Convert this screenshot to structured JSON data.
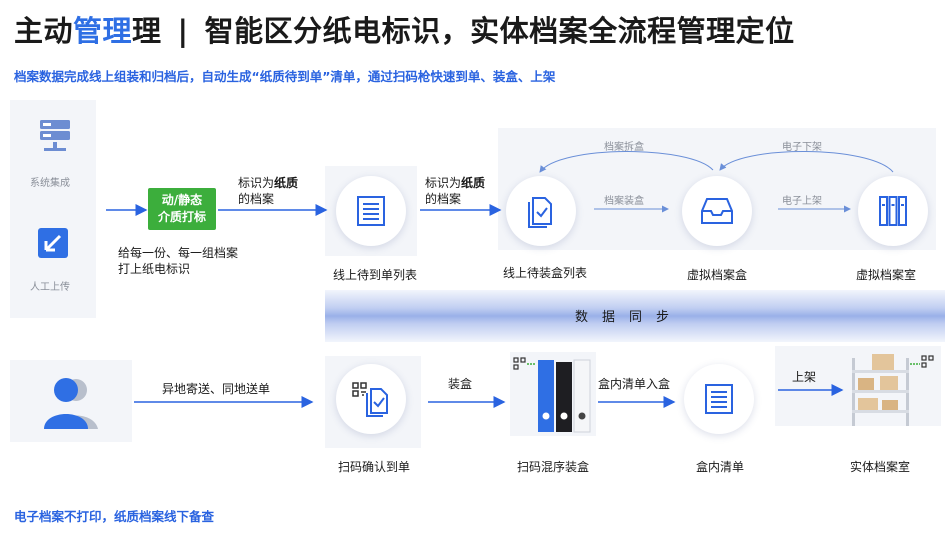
{
  "title": {
    "part1": "主动",
    "highlight": "管理",
    "part2": "理",
    "separator": "|",
    "rest": "智能区分纸电标识，实体档案全流程管理定位"
  },
  "subtitle": "档案数据完成线上组装和归档后，自动生成“纸质待到单”清单，通过扫码枪快速到单、装盒、上架",
  "footer": "电子档案不打印，纸质档案线下备查",
  "sources": {
    "system": "系统集成",
    "manual": "人工上传"
  },
  "tag_button": {
    "line1": "动/静态",
    "line2": "介质打标"
  },
  "tag_caption": {
    "line1": "给每一份、每一组档案",
    "line2": "打上纸电标识"
  },
  "mark1": {
    "prefix": "标识为",
    "bold": "纸质",
    "line2": "的档案"
  },
  "mark2": {
    "prefix": "标识为",
    "bold": "纸质",
    "line2": "的档案"
  },
  "top_nodes": {
    "pending_list": "线上待到单列表",
    "boxing_list": "线上待装盒列表",
    "virtual_box": "虚拟档案盒",
    "virtual_room": "虚拟档案室"
  },
  "top_arrows": {
    "unbox": "档案拆盒",
    "download": "电子下架",
    "boxing": "档案装盒",
    "upload": "电子上架"
  },
  "sync": "数据同步",
  "bottom_arrows": {
    "send": "异地寄送、同地送单",
    "box": "装盒",
    "inbox": "盒内清单入盒",
    "shelve": "上架"
  },
  "bottom_nodes": {
    "scan_confirm": "扫码确认到单",
    "scan_mix": "扫码混序装盒",
    "box_list": "盒内清单",
    "physical_room": "实体档案室"
  },
  "colors": {
    "accent": "#2f6fe4",
    "arrow": "#2a63e0",
    "green": "#3cae3c"
  }
}
